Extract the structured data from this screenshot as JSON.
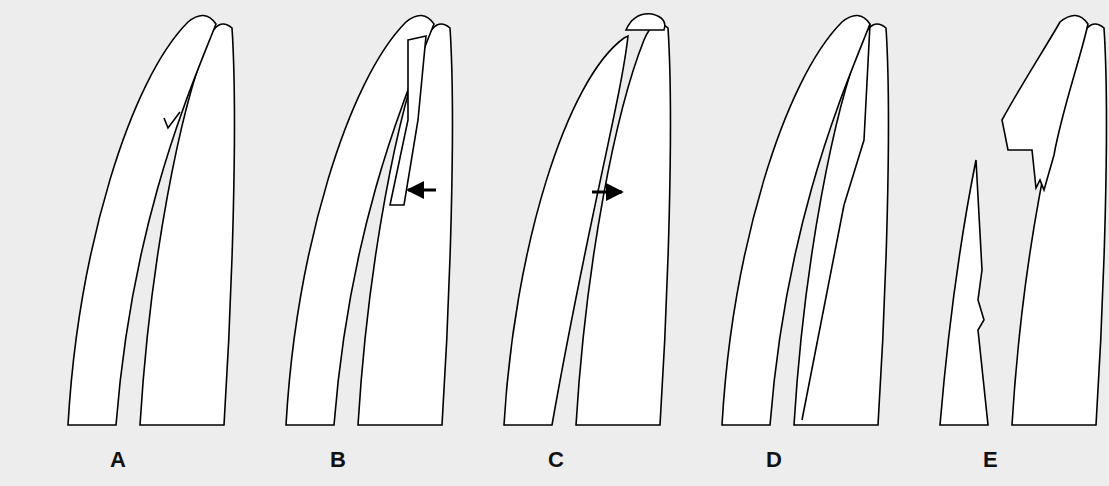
{
  "diagram": {
    "labels": [
      "A",
      "B",
      "C",
      "D",
      "E"
    ]
  }
}
